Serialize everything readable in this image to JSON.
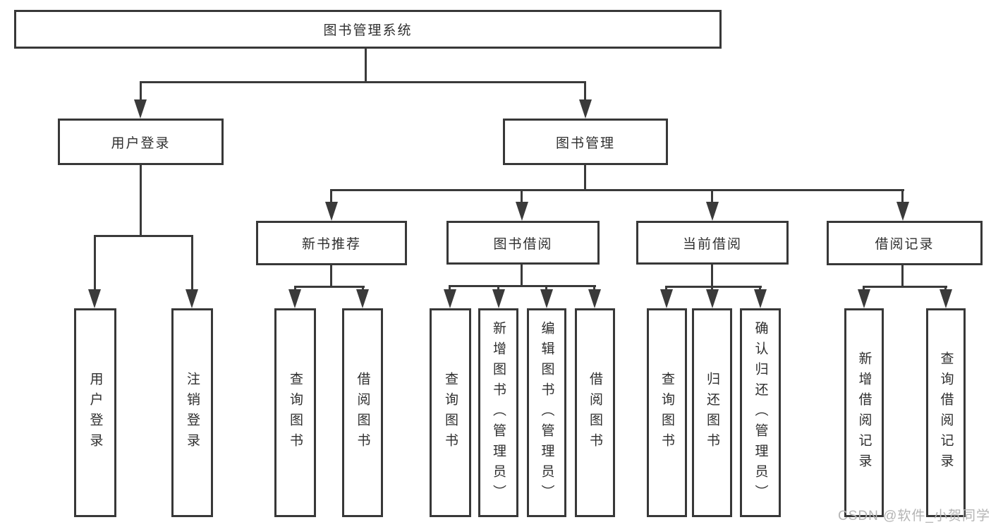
{
  "tree": {
    "root": {
      "label": "图书管理系统"
    },
    "branches": [
      {
        "label": "用户登录",
        "children": [
          {
            "label": "用户登录"
          },
          {
            "label": "注销登录"
          }
        ]
      },
      {
        "label": "图书管理",
        "children": [
          {
            "label": "新书推荐",
            "children": [
              {
                "label": "查询图书"
              },
              {
                "label": "借阅图书"
              }
            ]
          },
          {
            "label": "图书借阅",
            "children": [
              {
                "label": "查询图书"
              },
              {
                "label": "新增图书（管理员）"
              },
              {
                "label": "编辑图书（管理员）"
              },
              {
                "label": "借阅图书"
              }
            ]
          },
          {
            "label": "当前借阅",
            "children": [
              {
                "label": "查询图书"
              },
              {
                "label": "归还图书"
              },
              {
                "label": "确认归还（管理员）"
              }
            ]
          },
          {
            "label": "借阅记录",
            "children": [
              {
                "label": "新增借阅记录"
              },
              {
                "label": "查询借阅记录"
              }
            ]
          }
        ]
      }
    ]
  },
  "watermark": {
    "text": "CSDN @软件_小贺同学"
  },
  "colors": {
    "line": "#3a3a3a",
    "border": "#383838",
    "text": "#2f2f2f",
    "watermark": "#b4b4b4",
    "background": "#ffffff"
  }
}
